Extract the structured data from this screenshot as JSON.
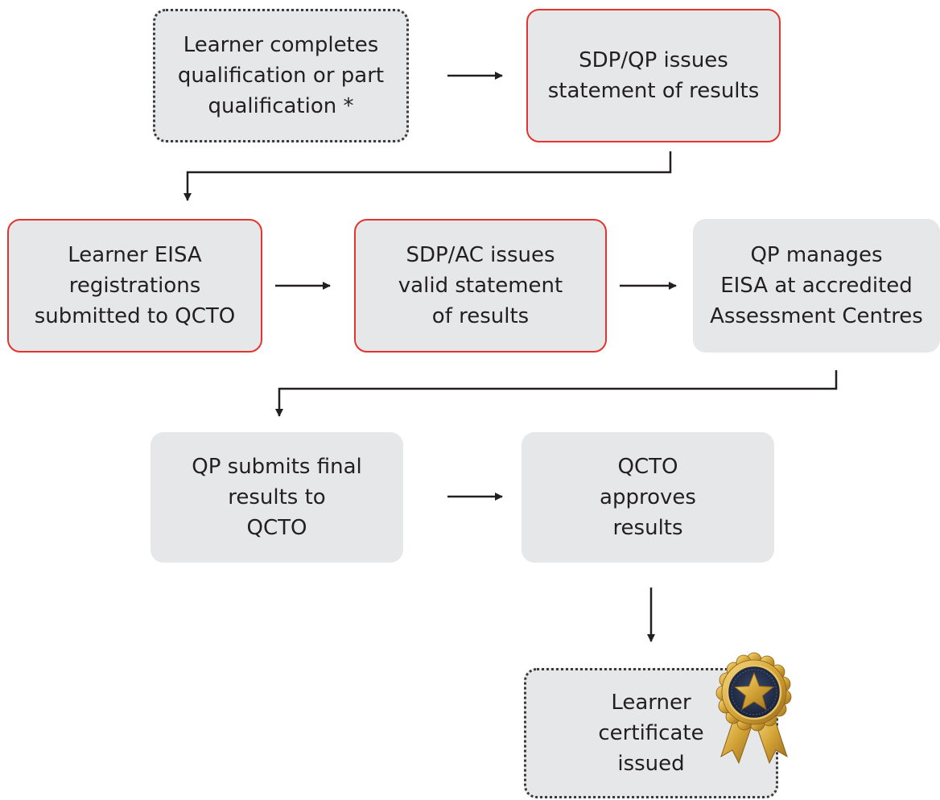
{
  "steps": {
    "learner_completes": "Learner completes\nqualification or part\nqualification *",
    "sdp_qp_issues": "SDP/QP issues\nstatement of results",
    "eisa_registrations": "Learner EISA\nregistrations\nsubmitted to QCTO",
    "sdp_ac_issues": "SDP/AC issues\nvalid statement\nof results",
    "qp_manages": "QP manages\nEISA at accredited\nAssessment Centres",
    "qp_submits": "QP submits final\nresults to\nQCTO",
    "qcto_approves": "QCTO\napproves\nresults",
    "certificate_issued": "Learner\ncertificate\nissued"
  },
  "colors": {
    "box_fill": "#e6e7e8",
    "highlight_border": "#e3342f",
    "dashed_border": "#3a3a3a",
    "text": "#231f20",
    "arrow": "#231f20",
    "badge_gold": "#d4a437",
    "badge_navy": "#1f2a44"
  },
  "icons": {
    "certificate": "gold-rosette-star-icon"
  }
}
